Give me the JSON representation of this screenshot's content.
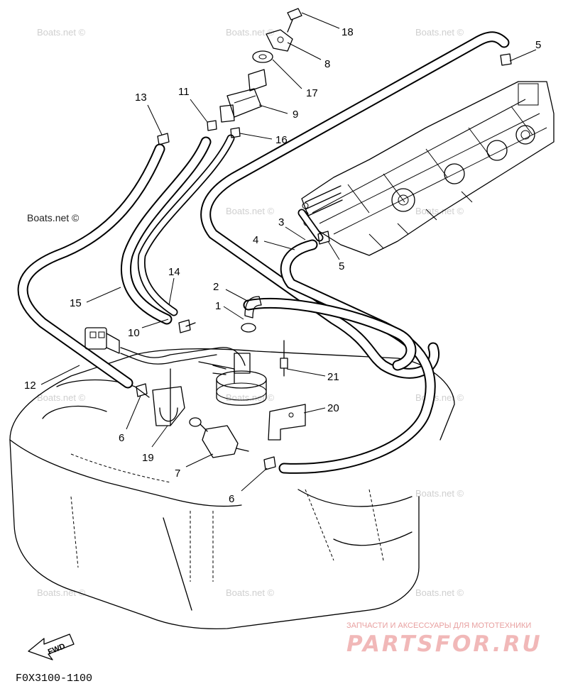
{
  "diagram": {
    "part_labels": [
      "18",
      "8",
      "17",
      "5",
      "13",
      "11",
      "9",
      "16",
      "3",
      "4",
      "5",
      "14",
      "15",
      "2",
      "1",
      "10",
      "21",
      "12",
      "20",
      "6",
      "19",
      "7",
      "6"
    ],
    "watermarks": [
      "Boats.net ©",
      "Boats.net ©",
      "Boats.net ©",
      "Boats.net ©",
      "Boats.net ©",
      "Boats.net ©",
      "Boats.net ©",
      "Boats.net ©",
      "Boats.net ©",
      "Boats.net ©",
      "Boats.net ©",
      "Boats.net ©"
    ],
    "watermark_dark": "Boats.net ©",
    "fwd_label": "FWD",
    "figure_code": "F0X3100-1100",
    "brand_subtitle": "ЗАПЧАСТИ И АКСЕССУАРЫ ДЛЯ МОТОТЕХНИКИ",
    "brand_name": "PARTSFOR.RU"
  }
}
